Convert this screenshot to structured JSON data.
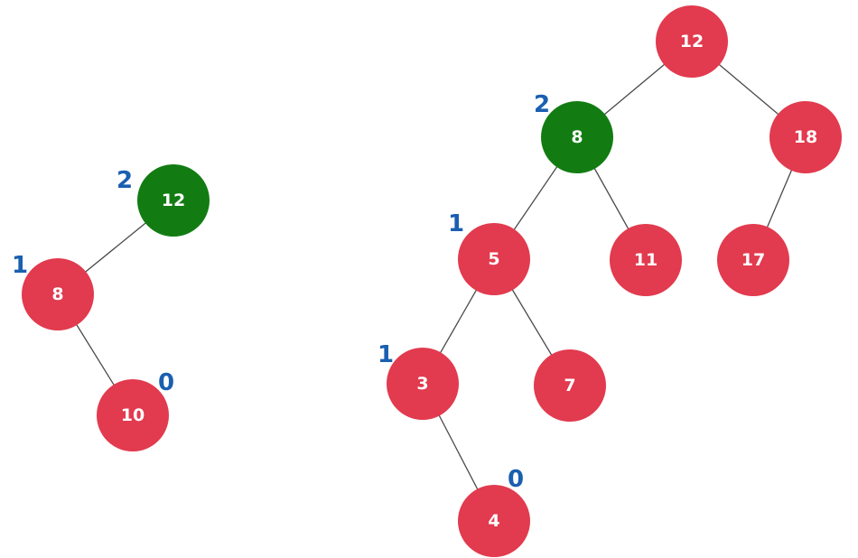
{
  "colors": {
    "node_red": "#e23a4e",
    "node_green": "#127c12",
    "factor_blue": "#1a5fb0",
    "edge": "#4a4a4a"
  },
  "trees": [
    {
      "nodes": [
        {
          "id": "a12",
          "label": "12",
          "color": "green"
        },
        {
          "id": "a8",
          "label": "8",
          "color": "red"
        },
        {
          "id": "a10",
          "label": "10",
          "color": "red"
        }
      ],
      "edges": [
        [
          "a12",
          "a8"
        ],
        [
          "a8",
          "a10"
        ]
      ],
      "factors": [
        {
          "node": "a12",
          "value": "2"
        },
        {
          "node": "a8",
          "value": "1"
        },
        {
          "node": "a10",
          "value": "0"
        }
      ]
    },
    {
      "nodes": [
        {
          "id": "b12",
          "label": "12",
          "color": "red"
        },
        {
          "id": "b8",
          "label": "8",
          "color": "green"
        },
        {
          "id": "b18",
          "label": "18",
          "color": "red"
        },
        {
          "id": "b5",
          "label": "5",
          "color": "red"
        },
        {
          "id": "b11",
          "label": "11",
          "color": "red"
        },
        {
          "id": "b17",
          "label": "17",
          "color": "red"
        },
        {
          "id": "b3",
          "label": "3",
          "color": "red"
        },
        {
          "id": "b7",
          "label": "7",
          "color": "red"
        },
        {
          "id": "b4",
          "label": "4",
          "color": "red"
        }
      ],
      "edges": [
        [
          "b12",
          "b8"
        ],
        [
          "b12",
          "b18"
        ],
        [
          "b8",
          "b5"
        ],
        [
          "b8",
          "b11"
        ],
        [
          "b18",
          "b17"
        ],
        [
          "b5",
          "b3"
        ],
        [
          "b5",
          "b7"
        ],
        [
          "b3",
          "b4"
        ]
      ],
      "factors": [
        {
          "node": "b8",
          "value": "2"
        },
        {
          "node": "b5",
          "value": "1"
        },
        {
          "node": "b3",
          "value": "1"
        },
        {
          "node": "b4",
          "value": "0"
        }
      ]
    }
  ]
}
